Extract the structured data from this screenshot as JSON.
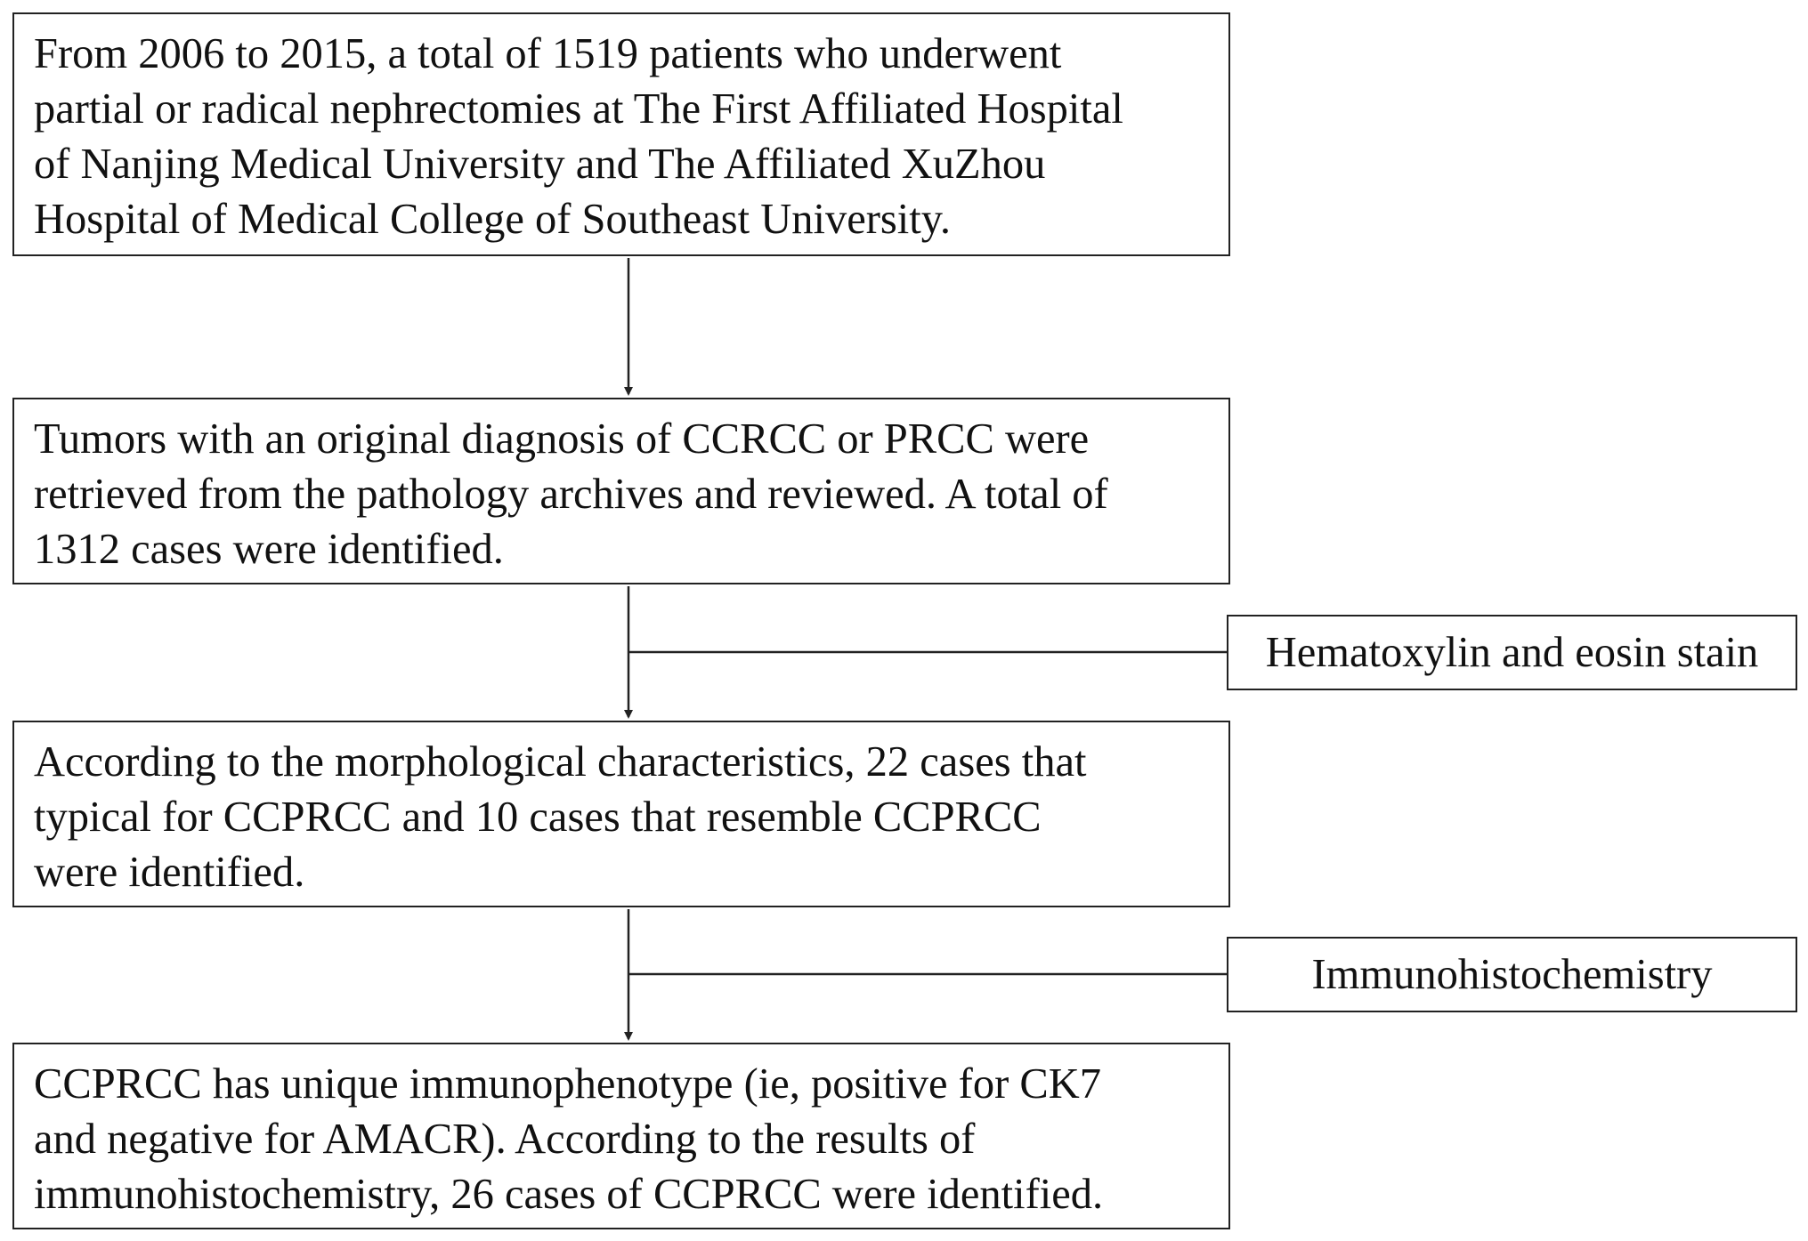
{
  "boxes": [
    {
      "lines": [
        "From 2006 to 2015, a total of 1519 patients who underwent",
        "partial or radical nephrectomies at The First Affiliated Hospital",
        "of Nanjing Medical University and The Affiliated XuZhou",
        "Hospital of Medical College of Southeast University."
      ]
    },
    {
      "lines": [
        "Tumors with an original diagnosis of CCRCC or PRCC were",
        "retrieved from the pathology archives and reviewed. A total of",
        "1312 cases were identified."
      ]
    },
    {
      "lines": [
        "According to the morphological characteristics, 22 cases that",
        "typical for CCPRCC and 10 cases that resemble CCPRCC",
        "were identified."
      ]
    },
    {
      "lines": [
        "CCPRCC has unique immunophenotype (ie, positive for CK7",
        "and negative for AMACR). According to the results of",
        "immunohistochemistry, 26 cases of CCPRCC were identified."
      ]
    }
  ],
  "side_boxes": [
    {
      "label": "Hematoxylin and eosin stain"
    },
    {
      "label": "Immunohistochemistry"
    }
  ]
}
